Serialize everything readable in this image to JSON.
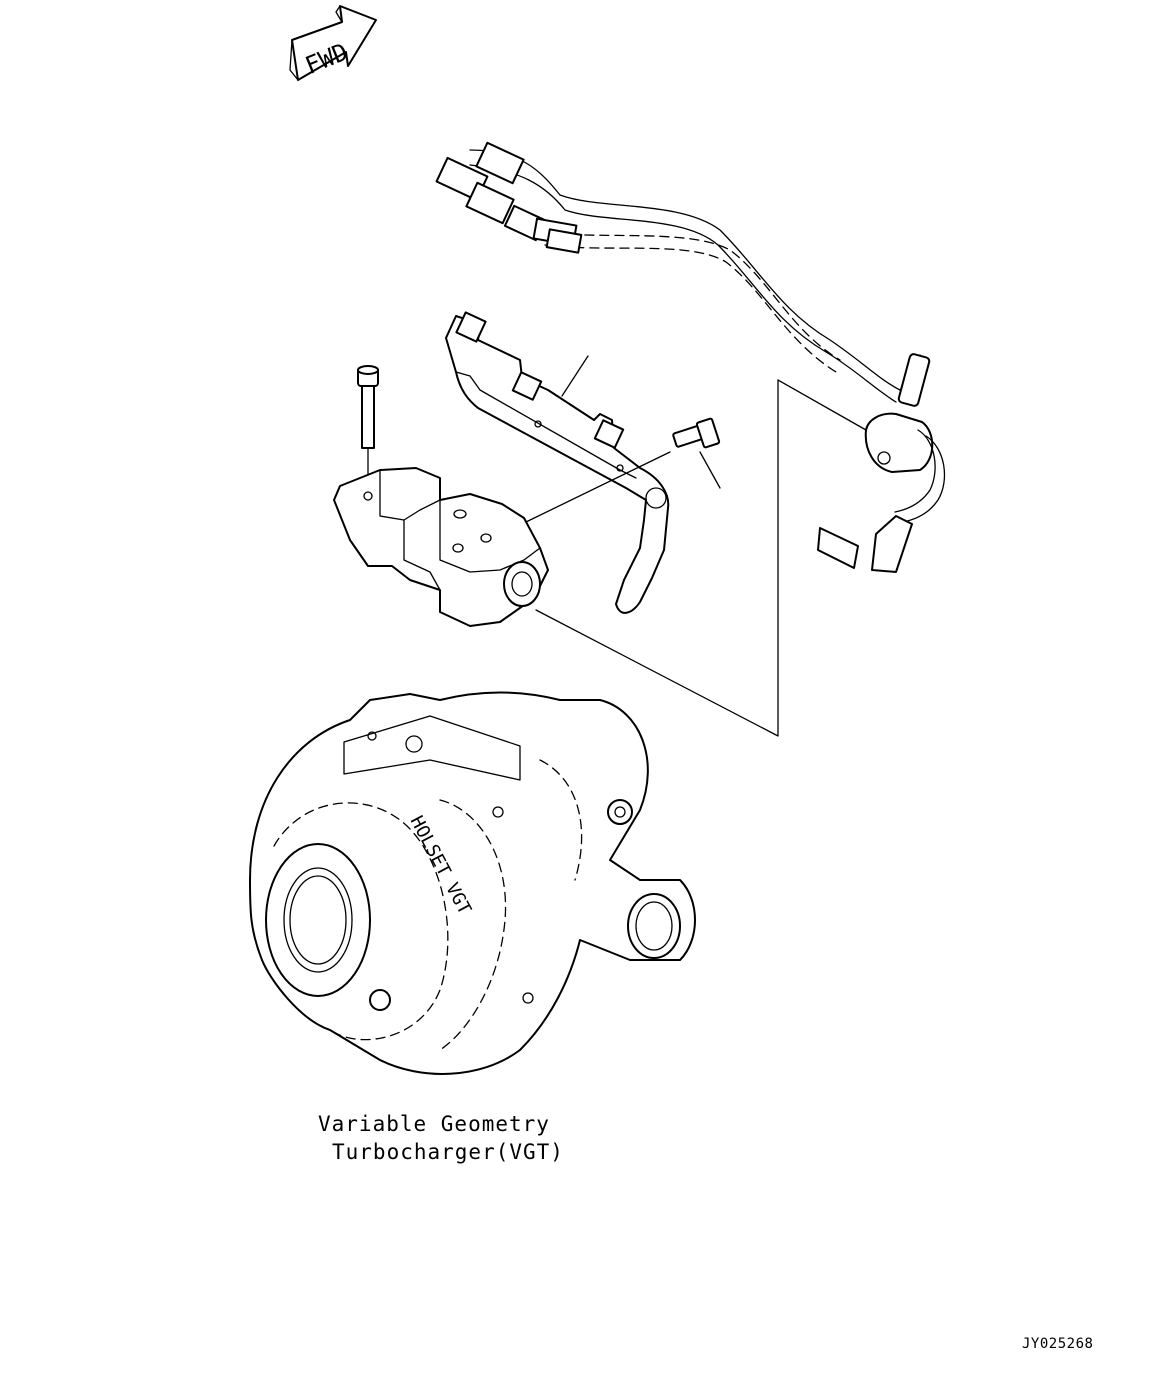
{
  "fwd_arrow": {
    "text": "FWD"
  },
  "caption": {
    "line1": "Variable Geometry",
    "line2": "Turbocharger(VGT)"
  },
  "turbo_housing_text": "HOLSET VGT",
  "figure_id": "JY025268",
  "icons": {
    "fwd": "fwd-arrow-icon"
  }
}
